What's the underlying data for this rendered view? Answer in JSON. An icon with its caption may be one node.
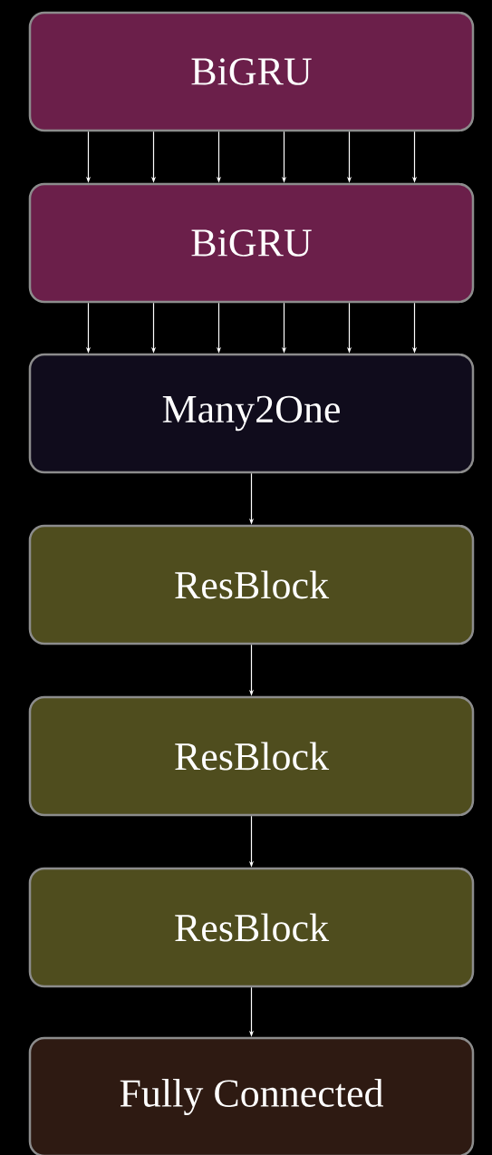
{
  "diagram": {
    "nodes": [
      {
        "text": [
          "BiGRU"
        ]
      },
      {
        "text": [
          "BiGRU"
        ]
      },
      {
        "text": [
          "Many2One"
        ]
      },
      {
        "text": [
          "ResBlock"
        ]
      },
      {
        "text": [
          "ResBlock"
        ]
      },
      {
        "text": [
          "ResBlock"
        ]
      },
      {
        "text": [
          "Fully Connected"
        ]
      }
    ],
    "edges": [
      {
        "from": 0,
        "to": 1,
        "arrow": "to"
      },
      {
        "from": 0,
        "to": 1,
        "arrow": "to"
      },
      {
        "from": 0,
        "to": 1,
        "arrow": "to"
      },
      {
        "from": 0,
        "to": 1,
        "arrow": "to"
      },
      {
        "from": 0,
        "to": 1,
        "arrow": "to"
      },
      {
        "from": 0,
        "to": 1,
        "arrow": "to"
      },
      {
        "from": 1,
        "to": 2,
        "arrow": "to"
      },
      {
        "from": 1,
        "to": 2,
        "arrow": "to"
      },
      {
        "from": 1,
        "to": 2,
        "arrow": "to"
      },
      {
        "from": 1,
        "to": 2,
        "arrow": "to"
      },
      {
        "from": 1,
        "to": 2,
        "arrow": "to"
      },
      {
        "from": 1,
        "to": 2,
        "arrow": "to"
      },
      {
        "from": 2,
        "to": 3,
        "arrow": "to"
      },
      {
        "from": 3,
        "to": 4,
        "arrow": "to"
      },
      {
        "from": 4,
        "to": 5,
        "arrow": "to"
      },
      {
        "from": 5,
        "to": 6,
        "arrow": "to"
      }
    ]
  }
}
